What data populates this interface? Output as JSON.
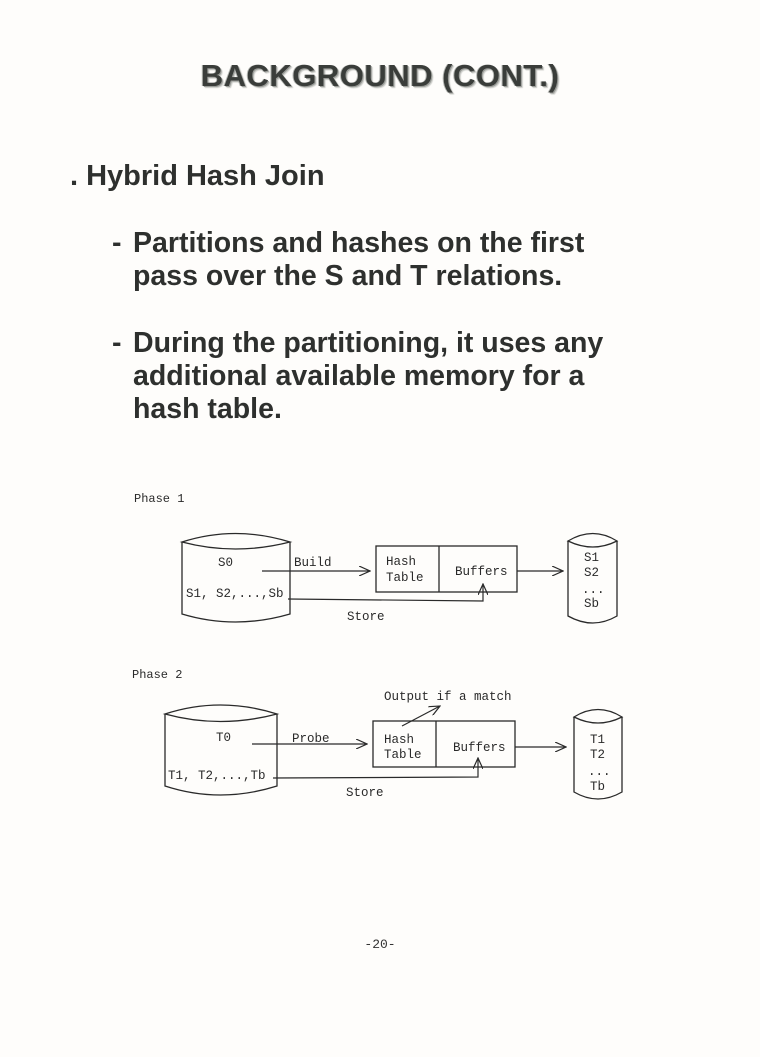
{
  "page": {
    "title": "BACKGROUND (CONT.)",
    "heading_marker": ".",
    "heading": "Hybrid Hash Join",
    "bullets": [
      {
        "marker": "-",
        "lines": [
          "Partitions and hashes on the first",
          "pass over the S and T relations."
        ]
      },
      {
        "marker": "-",
        "lines": [
          "During the partitioning, it uses any",
          "additional available memory for a",
          "hash table."
        ]
      }
    ],
    "page_number": "-20-"
  },
  "diagrams": {
    "phase1": {
      "label": "Phase 1",
      "source_top": "S0",
      "source_bottom": "S1, S2,...,Sb",
      "arrow_label": "Build",
      "store_label": "Store",
      "hash_line1": "Hash",
      "hash_line2": "Table",
      "buffers": "Buffers",
      "disk_items": [
        "S1",
        "S2",
        "...",
        "Sb"
      ]
    },
    "phase2": {
      "label": "Phase 2",
      "source_top": "T0",
      "source_bottom": "T1, T2,...,Tb",
      "arrow_label": "Probe",
      "store_label": "Store",
      "output_label": "Output if a match",
      "hash_line1": "Hash",
      "hash_line2": "Table",
      "buffers": "Buffers",
      "disk_items": [
        "T1",
        "T2",
        "...",
        "Tb"
      ]
    }
  }
}
